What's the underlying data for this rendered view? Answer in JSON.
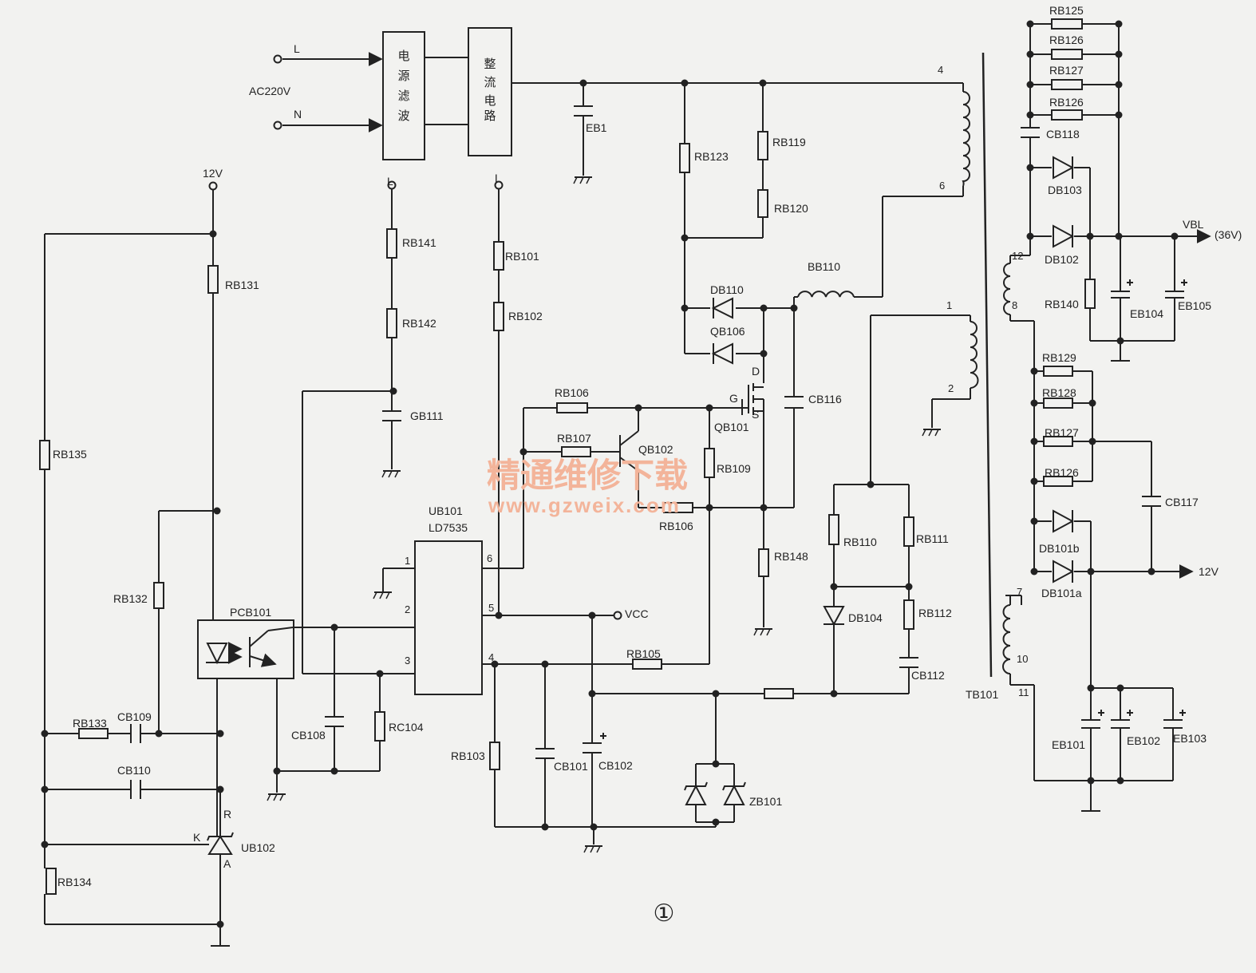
{
  "labels": {
    "L_in": "L",
    "N_in": "N",
    "ac": "AC220V",
    "filter_box": "电源滤波",
    "rect_box": "整流电路",
    "EB1": "EB1",
    "RB123": "RB123",
    "RB119": "RB119",
    "RB120": "RB120",
    "pin4": "4",
    "pin6": "6",
    "pin1": "1",
    "pin2": "2",
    "pin12": "12",
    "pin8": "8",
    "pin7": "7",
    "pin10": "10",
    "pin11": "11",
    "v12_top": "12V",
    "L1": "L",
    "L2": "L",
    "RB141": "RB141",
    "RB142": "RB142",
    "GB111": "GB111",
    "RB101": "RB101",
    "RB102": "RB102",
    "RB131": "RB131",
    "RB135": "RB135",
    "RB132": "RB132",
    "PCB101": "PCB101",
    "RB133": "RB133",
    "CB109": "CB109",
    "CB110": "CB110",
    "UB102": "UB102",
    "K": "K",
    "R": "R",
    "A": "A",
    "RB134": "RB134",
    "RB106a": "RB106",
    "RB107": "RB107",
    "QB102": "QB102",
    "DB110": "DB110",
    "QB106": "QB106",
    "BB110": "BB110",
    "CB116": "CB116",
    "D": "D",
    "G": "G",
    "S": "S",
    "QB101": "QB101",
    "RB109": "RB109",
    "RB106b": "RB106",
    "RB148": "RB148",
    "UB101": "UB101",
    "LD7535": "LD7535",
    "u1": "1",
    "u2": "2",
    "u3": "3",
    "u4": "4",
    "u5": "5",
    "u6": "6",
    "VCC": "VCC",
    "RB105": "RB105",
    "CB108": "CB108",
    "RC104": "RC104",
    "RB103": "RB103",
    "CB101": "CB101",
    "CB102": "CB102",
    "ZB101": "ZB101",
    "RB110": "RB110",
    "RB111": "RB111",
    "DB104": "DB104",
    "RB112": "RB112",
    "CB112": "CB112",
    "TB101": "TB101",
    "RB125": "RB125",
    "RB126a": "RB126",
    "RB127a": "RB127",
    "RB126b": "RB126",
    "CB118": "CB118",
    "DB103": "DB103",
    "DB102": "DB102",
    "VBL": "VBL",
    "v36": "(36V)",
    "RB140": "RB140",
    "EB104": "EB104",
    "EB105": "EB105",
    "RB129": "RB129",
    "RB128": "RB128",
    "RB127b": "RB127",
    "RB126c": "RB126",
    "CB117": "CB117",
    "DB101b": "DB101b",
    "DB101a": "DB101a",
    "v12_out": "12V",
    "EB101": "EB101",
    "EB102": "EB102",
    "EB103": "EB103"
  },
  "watermark": {
    "cn": "精通维修下载",
    "url": "www.gzweix.com"
  },
  "figure_label": "①",
  "colors": {
    "ink": "#222222",
    "paper": "#f2f2f0",
    "watermark": "#f3b49a"
  }
}
